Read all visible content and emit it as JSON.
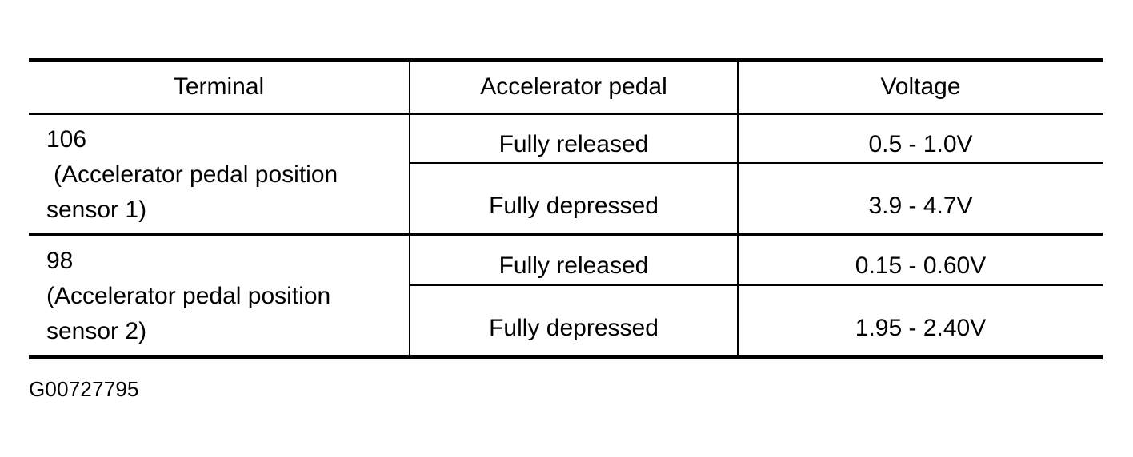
{
  "document": {
    "type": "specification-table",
    "figure_id": "G00727795",
    "background_color": "#ffffff",
    "text_color": "#000000"
  },
  "table": {
    "columns": [
      {
        "key": "terminal",
        "label": "Terminal",
        "align": "center"
      },
      {
        "key": "pedal",
        "label": "Accelerator pedal",
        "align": "center"
      },
      {
        "key": "voltage",
        "label": "Voltage",
        "align": "center"
      }
    ],
    "rows": [
      {
        "terminal": {
          "number": "106",
          "description_line_1": "(Accelerator pedal position",
          "description_line_2": "sensor 1)"
        },
        "measurements": [
          {
            "pedal": "Fully released",
            "voltage": "0.5 - 1.0V"
          },
          {
            "pedal": "Fully depressed",
            "voltage": "3.9 - 4.7V"
          }
        ]
      },
      {
        "terminal": {
          "number": "98",
          "description_line_1": "(Accelerator pedal position",
          "description_line_2": "sensor 2)"
        },
        "measurements": [
          {
            "pedal": "Fully released",
            "voltage": "0.15 - 0.60V"
          },
          {
            "pedal": "Fully depressed",
            "voltage": "1.95 - 2.40V"
          }
        ]
      }
    ]
  }
}
